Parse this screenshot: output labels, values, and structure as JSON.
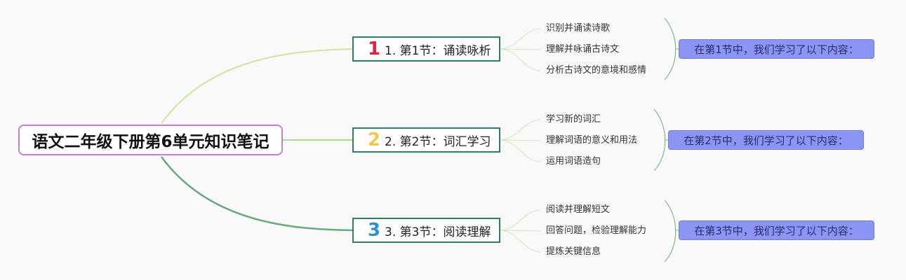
{
  "root": {
    "title": "语文二年级下册第6单元知识笔记"
  },
  "sections": [
    {
      "badge": "1",
      "title": "1. 第1节：诵读咏析",
      "badge_color": "#e0243a",
      "items": [
        "识别并诵读诗歌",
        "理解并咏诵古诗文",
        "分析古诗文的意境和感情"
      ],
      "summary": "在第1节中，我们学习了以下内容："
    },
    {
      "badge": "2",
      "title": "2. 第2节：词汇学习",
      "badge_color": "#f2c94c",
      "items": [
        "学习新的词汇",
        "理解词语的意义和用法",
        "运用词语造句"
      ],
      "summary": "在第2节中，我们学习了以下内容："
    },
    {
      "badge": "3",
      "title": "3. 第3节：阅读理解",
      "badge_color": "#2d8fd5",
      "items": [
        "阅读并理解短文",
        "回答问题，检验理解能力",
        "提炼关键信息"
      ],
      "summary": "在第3节中，我们学习了以下内容："
    }
  ],
  "colors": {
    "branch1": "#c9e6a2",
    "branch2": "#a9d98a",
    "branch3": "#6aa882",
    "leaf_line": "#cfe8b7",
    "bracket": "#7fb79a"
  }
}
